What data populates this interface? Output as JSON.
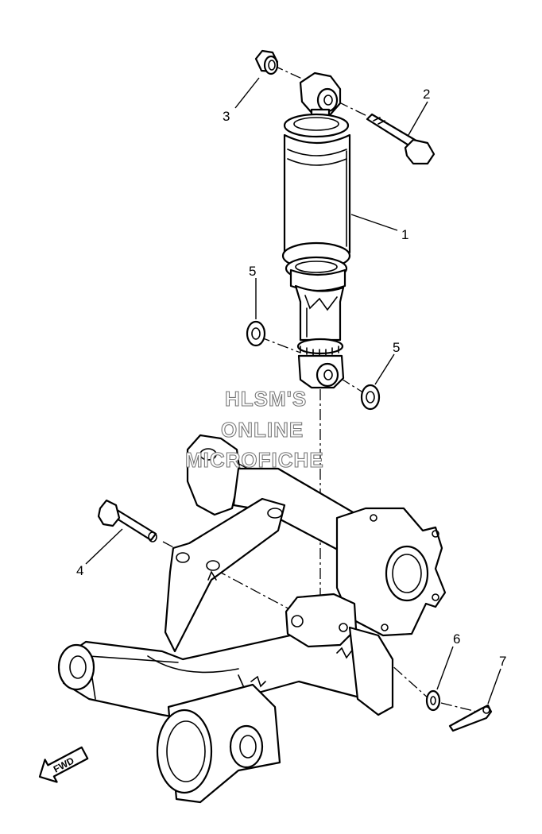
{
  "callouts": {
    "c1": "1",
    "c2": "2",
    "c3": "3",
    "c4": "4",
    "c5a": "5",
    "c5b": "5",
    "c6": "6",
    "c7": "7"
  },
  "watermark": {
    "line1": "HLSM'S",
    "line2": "ONLINE",
    "line3": "MICROFICHE"
  },
  "direction_label": "FWD"
}
